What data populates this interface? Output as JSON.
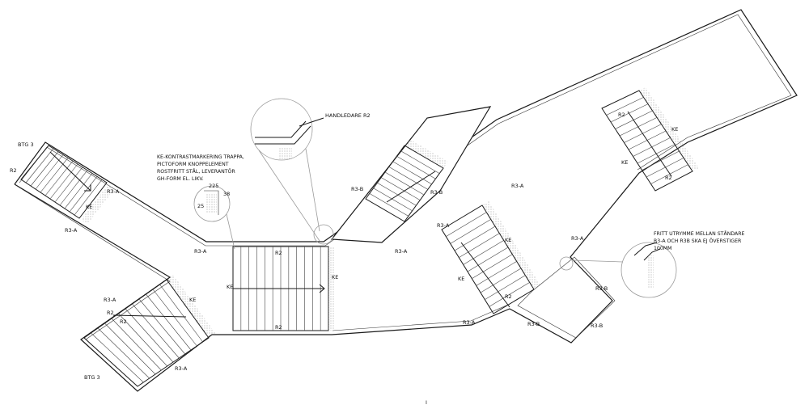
{
  "labels": {
    "btg3_top": "BTG 3",
    "btg3_bottom": "BTG 3",
    "r2": "R2",
    "r3a": "R3-A",
    "r3b": "R3-B",
    "ke": "KE",
    "handledare": "HANDLEDARE R2",
    "dim_225": "225",
    "dim_38": "38",
    "dim_25": "25",
    "center_mark": "I"
  },
  "notes": {
    "ke_note": [
      "KE-KONTRASTMARKERING TRAPPA,",
      "PICTOFORM KNOPPELEMENT",
      "ROSTFRITT STÅL, LEVERANTÖR",
      "GH-FORM EL. LIKV."
    ],
    "fritt_note": [
      "FRITT UTRYMME MELLAN STÅNDARE",
      "R3-A OCH R3B SKA EJ ÖVERSTIGER",
      "100MM"
    ]
  }
}
